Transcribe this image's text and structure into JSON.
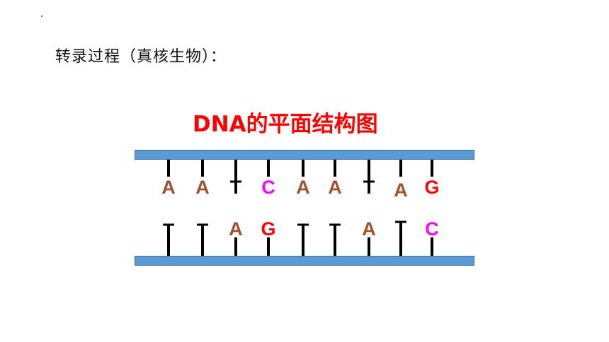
{
  "slide": {
    "heading": "转录过程（真核生物）：",
    "diagram_title": "DNA的平面结构图"
  },
  "colors": {
    "A": "#a0522d",
    "T": "#000000",
    "C": "#ff00ff",
    "G": "#ff0000",
    "strand": "#5b9bd5",
    "title": "#ff0000"
  },
  "top_strand": [
    "A",
    "A",
    "T",
    "C",
    "A",
    "A",
    "T",
    "A",
    "G"
  ],
  "bottom_strand": [
    "T",
    "T",
    "A",
    "G",
    "T",
    "T",
    "A",
    "T",
    "C"
  ]
}
